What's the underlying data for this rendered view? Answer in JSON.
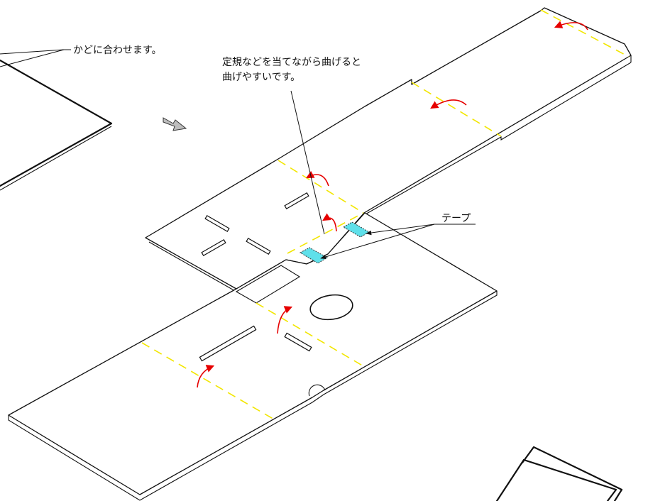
{
  "labels": {
    "align_corner": "かどに合わせます。",
    "ruler_line1": "定規などを当てながら曲げると",
    "ruler_line2": "曲げやすいです。",
    "tape": "テープ"
  },
  "colors": {
    "fold_line": "#f2e600",
    "fold_arrow": "#e60000",
    "tape_fill": "#5fe0ea",
    "outline": "#111111",
    "direction_arrow": "#bdbdbd"
  }
}
